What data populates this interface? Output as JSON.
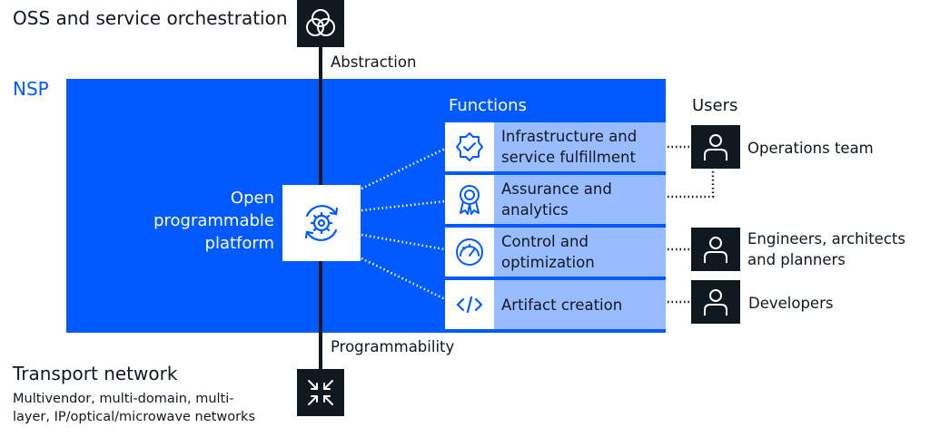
{
  "top": {
    "title": "OSS and service orchestration",
    "icon": "venn-circles-icon",
    "link_label": "Abstraction"
  },
  "nsp": {
    "label": "NSP",
    "platform_label": [
      "Open",
      "programmable",
      "platform"
    ],
    "platform_icon": "gear-cycle-icon"
  },
  "functions": {
    "heading": "Functions",
    "items": [
      {
        "lines": [
          "Infrastructure and",
          "service fulfillment"
        ],
        "icon": "badge-check-icon"
      },
      {
        "lines": [
          "Assurance and",
          "analytics"
        ],
        "icon": "award-ribbon-icon"
      },
      {
        "lines": [
          "Control and",
          "optimization"
        ],
        "icon": "gauge-icon"
      },
      {
        "lines": [
          "Artifact creation"
        ],
        "icon": "code-brackets-icon"
      }
    ]
  },
  "users": {
    "heading": "Users",
    "items": [
      {
        "lines": [
          "Operations team"
        ],
        "icon": "user-icon"
      },
      {
        "lines": [
          "Engineers, architects",
          "and planners"
        ],
        "icon": "user-icon"
      },
      {
        "lines": [
          "Developers"
        ],
        "icon": "user-icon"
      }
    ]
  },
  "bottom": {
    "link_label": "Programmability",
    "title": "Transport network",
    "description": [
      "Multivendor, multi-domain, multi-",
      "layer, IP/optical/microwave networks"
    ],
    "icon": "arrows-converge-icon"
  },
  "colors": {
    "nsp_blue": "#005aff",
    "light_blue": "#99bbff",
    "dark": "#101820",
    "white": "#ffffff"
  }
}
